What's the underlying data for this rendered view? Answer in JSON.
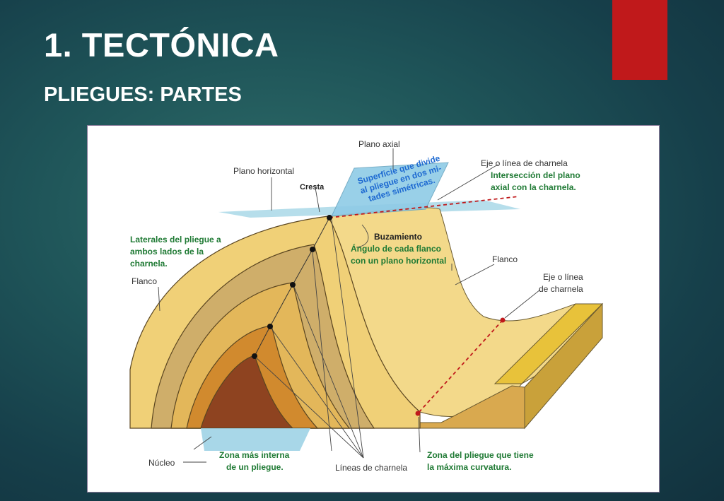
{
  "slide": {
    "title": "1. TECTÓNICA",
    "subtitle": "PLIEGUES: PARTES"
  },
  "colors": {
    "accent_red": "#c0191b",
    "label_green": "#1f7a34",
    "axial_plane_text": "#1e6ad1",
    "fold_light": "#f3d98a",
    "fold_mid": "#d9a94f",
    "fold_dark": "#b06a2a",
    "core": "#8a3f1e",
    "plane_blue": "#9fd3e6"
  },
  "diagram": {
    "labels": {
      "plano_axial": "Plano axial",
      "plano_horizontal": "Plano horizontal",
      "cresta": "Cresta",
      "superficie_1": "Superficie que divide",
      "superficie_2": "al pliegue en dos mi-",
      "superficie_3": "tades simétricas.",
      "eje_charnela_top": "Eje o línea de charnela",
      "interseccion_1": "Intersección del plano",
      "interseccion_2": "axial con la charnela.",
      "laterales_1": "Laterales del pliegue a",
      "laterales_2": "ambos lados de la",
      "laterales_3": "charnela.",
      "flanco_left": "Flanco",
      "buzamiento": "Buzamiento",
      "angulo_1": "Ángulo de cada flanco",
      "angulo_2": "con un plano horizontal",
      "flanco_right": "Flanco",
      "eje_linea_1": "Eje o línea",
      "eje_linea_2": "de charnela",
      "nucleo": "Núcleo",
      "zona_interna_1": "Zona más interna",
      "zona_interna_2": "de un pliegue.",
      "lineas_charnela": "Líneas de charnela",
      "zona_curvatura_1": "Zona del pliegue que tiene",
      "zona_curvatura_2": "la máxima curvatura."
    }
  }
}
